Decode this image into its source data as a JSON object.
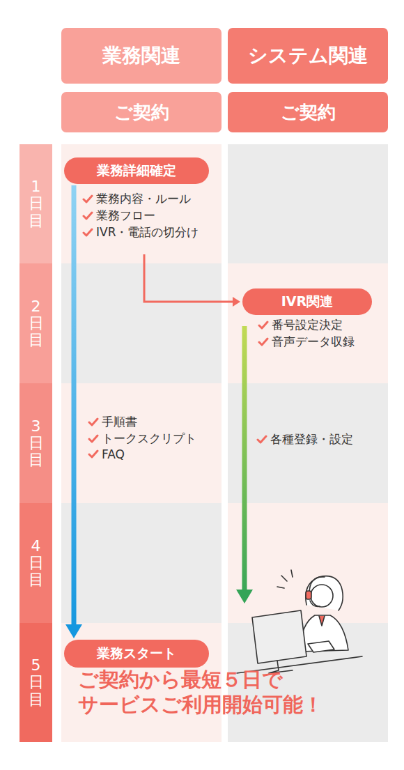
{
  "diagram": {
    "nodes": [
      {
        "text": [
          "業務関連"
        ]
      },
      {
        "text": [
          "システム関連"
        ]
      },
      {
        "text": [
          "ご契約"
        ]
      },
      {
        "text": [
          "ご契約"
        ]
      },
      {
        "text": [
          "1日目"
        ]
      },
      {
        "text": [
          "2日目"
        ]
      },
      {
        "text": [
          "3日目"
        ]
      },
      {
        "text": [
          "4日目"
        ]
      },
      {
        "text": [
          "5日目"
        ]
      },
      {
        "text": [
          "業務詳細確定"
        ]
      },
      {
        "text": [
          "IVR関連"
        ]
      },
      {
        "text": [
          "業務スタート"
        ]
      }
    ],
    "edges": [
      {
        "from": 9,
        "to": 11,
        "arrow": "to"
      }
    ],
    "labels": [
      "業務内容・ルール",
      "業務フロー",
      "IVR・電話の切分け",
      "番号設定決定",
      "音声データ収録",
      "手順書",
      "トークスクリプト",
      "FAQ",
      "各種登録・設定",
      "ご契約から最短５日で サービスご利用開始可能！"
    ]
  }
}
